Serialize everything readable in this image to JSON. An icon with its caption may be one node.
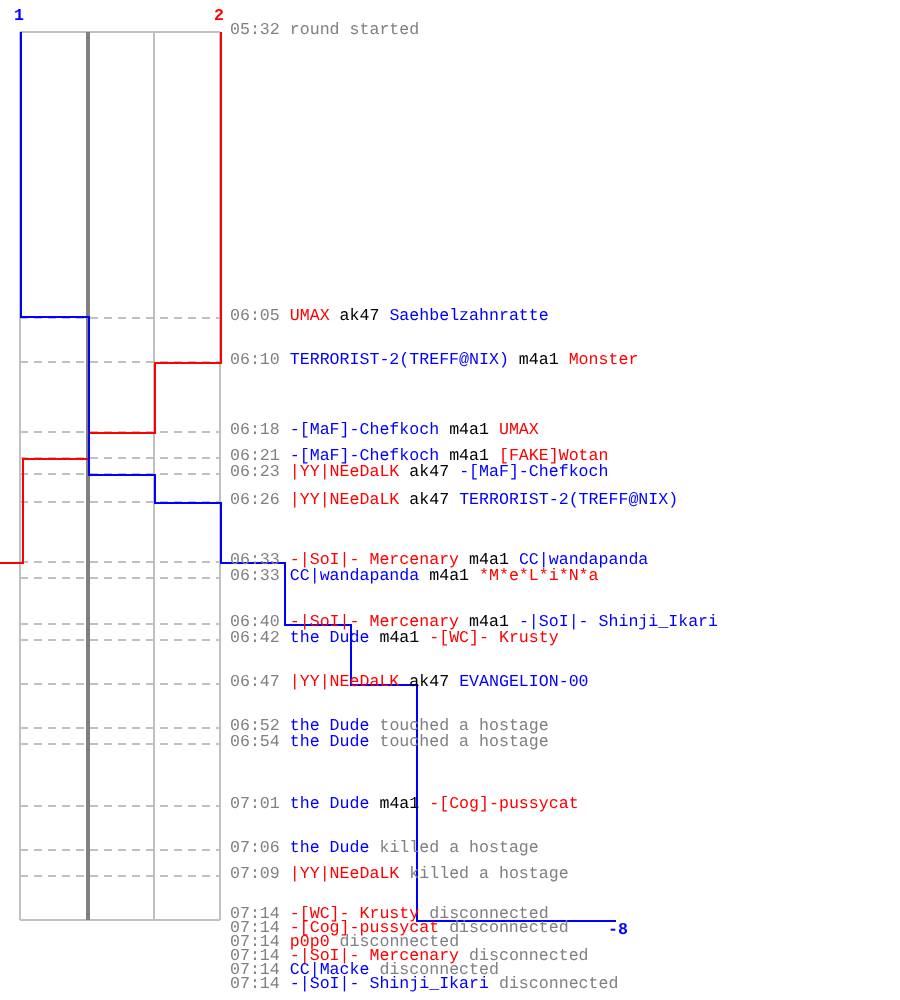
{
  "diagram": {
    "labels": [
      "1",
      "2",
      "05:32",
      "round started",
      "06:05",
      "UMAX",
      "ak47",
      "Saehbelzahnratte",
      "06:10",
      "TERRORIST-2(TREFF@NIX)",
      "m4a1",
      "Monster",
      "06:18",
      "-[MaF]-Chefkoch",
      "m4a1",
      "UMAX",
      "06:21",
      "-[MaF]-Chefkoch",
      "m4a1",
      "[FAKE]Wotan",
      "06:23",
      "|YY|NEeDaLK",
      "ak47",
      "-[MaF]-Chefkoch",
      "06:26",
      "|YY|NEeDaLK",
      "ak47",
      "TERRORIST-2(TREFF@NIX)",
      "06:33",
      "-|SoI|- Mercenary",
      "m4a1",
      "CC|wandapanda",
      "06:33",
      "CC|wandapanda",
      "m4a1",
      "*M*e*L*i*N*a",
      "06:40",
      "-|SoI|- Mercenary",
      "m4a1",
      "-|SoI|- Shinji_Ikari",
      "06:42",
      "the Dude",
      "m4a1",
      "-[WC]- Krusty",
      "06:47",
      "|YY|NEeDaLK",
      "ak47",
      "EVANGELION-00",
      "06:52",
      "the Dude",
      "touched a hostage",
      "06:54",
      "the Dude",
      "touched a hostage",
      "07:01",
      "the Dude",
      "m4a1",
      "-[Cog]-pussycat",
      "07:06",
      "the Dude",
      "killed a hostage",
      "07:09",
      "|YY|NEeDaLK",
      "killed a hostage",
      "07:14",
      "-[WC]- Krusty",
      "disconnected",
      "07:14",
      "-[Cog]-pussycat",
      "disconnected",
      "07:14",
      "p0p0",
      "disconnected",
      "07:14",
      "-|SoI|- Mercenary",
      "disconnected",
      "07:14",
      "CC|Macke",
      "disconnected",
      "07:14",
      "-|SoI|- Shinji_Ikari",
      "disconnected",
      "-8"
    ]
  }
}
